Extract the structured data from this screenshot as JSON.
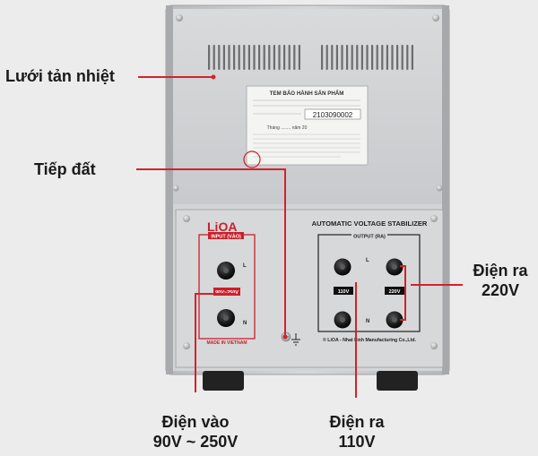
{
  "callouts": {
    "heat_sink": "Lưới tản nhiệt",
    "ground": "Tiếp đất",
    "output_220": {
      "line1": "Điện ra",
      "line2": "220V"
    },
    "input": {
      "line1": "Điện vào",
      "line2": "90V ~ 250V"
    },
    "output_110": {
      "line1": "Điện ra",
      "line2": "110V"
    }
  },
  "sticker": {
    "title": "TEM BẢO HÀNH SẢN PHẨM",
    "serial": "2103090002",
    "month_field": "Tháng ........ năm 20"
  },
  "panel": {
    "brand": "LiOA",
    "product_name": "AUTOMATIC VOLTAGE STABILIZER",
    "input_label": "INPUT (VÀO)",
    "input_range": "90V~250V",
    "made_in": "MADE IN VIETNAM",
    "output_label": "OUTPUT (RA)",
    "output_110": "110V",
    "output_220": "220V",
    "terminal_L": "L",
    "terminal_N": "N",
    "manufacturer": "© LiOA - Nhat Linh Manufacturing Co.,Ltd."
  },
  "colors": {
    "leader_line": "#d2232a",
    "panel_outline": "#c8202a",
    "case": "#cfd0d2",
    "knob": "#1b1b1b"
  }
}
